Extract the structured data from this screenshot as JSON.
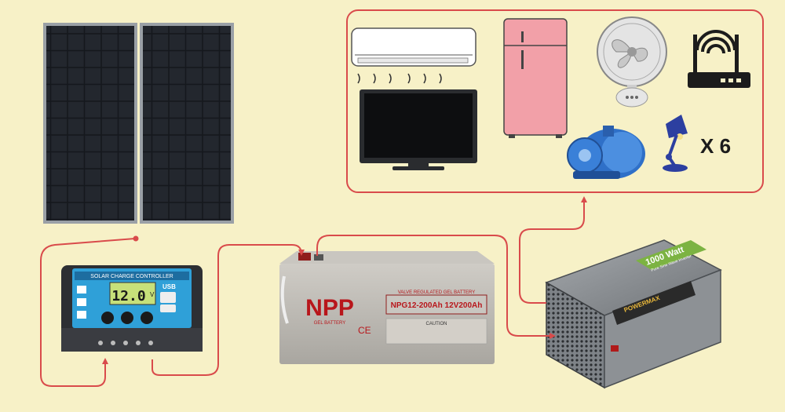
{
  "colors": {
    "background": "#f7f1c7",
    "wire": "#d94b4b",
    "panel": "#1b1e24",
    "controller": "#2fa0d8",
    "battery": "#b9b6b0",
    "inverter": "#8d9195",
    "fridge": "#f2a0a8"
  },
  "controller": {
    "header": "SOLAR CHARGE CONTROLLER",
    "display": "12.0",
    "unit": "V",
    "usb": "USB"
  },
  "battery": {
    "brand": "NPP",
    "sub_brand": "GEL BATTERY",
    "top_line": "VALVE REGULATED GEL BATTERY",
    "model": "NPG12-200Ah 12V200Ah",
    "caution": "CAUTION",
    "ce": "CE"
  },
  "inverter": {
    "rating": "1000 Watt",
    "subtitle": "Pure Sine Wave Inverter",
    "brand": "POWERMAX"
  },
  "loads": {
    "lamp_quantity": "X 6"
  },
  "icons": [
    "solar-panel-icon",
    "charge-controller-icon",
    "battery-icon",
    "inverter-icon",
    "air-conditioner-icon",
    "television-icon",
    "refrigerator-icon",
    "fan-icon",
    "router-icon",
    "water-pump-icon",
    "desk-lamp-icon"
  ]
}
